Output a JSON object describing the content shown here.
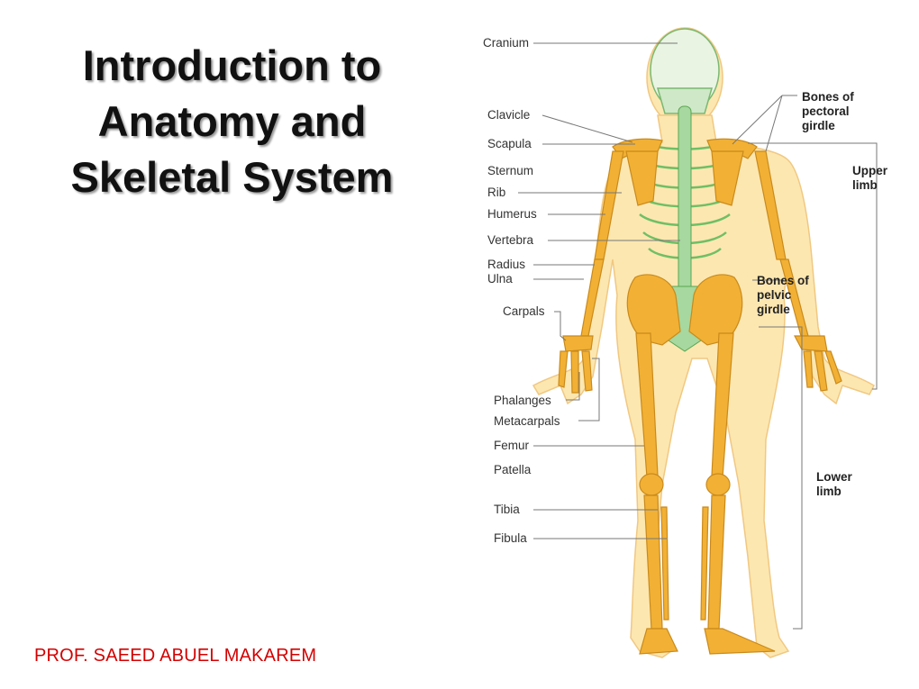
{
  "title": {
    "line1": "Introduction to",
    "line2": "Anatomy and",
    "line3": "Skeletal System"
  },
  "author": "PROF. SAEED ABUEL MAKAREM",
  "figure": {
    "labels_left": {
      "cranium": "Cranium",
      "clavicle": "Clavicle",
      "scapula": "Scapula",
      "sternum": "Sternum",
      "rib": "Rib",
      "humerus": "Humerus",
      "vertebra": "Vertebra",
      "radius": "Radius",
      "ulna": "Ulna",
      "carpals": "Carpals",
      "phalanges": "Phalanges",
      "metacarpals": "Metacarpals",
      "femur": "Femur",
      "patella": "Patella",
      "tibia": "Tibia",
      "fibula": "Fibula"
    },
    "labels_right": {
      "pectoral_1": "Bones of",
      "pectoral_2": "pectoral",
      "pectoral_3": "girdle",
      "upper_1": "Upper",
      "upper_2": "limb",
      "pelvic_1": "Bones of",
      "pelvic_2": "pelvic",
      "pelvic_3": "girdle",
      "lower_1": "Lower",
      "lower_2": "limb"
    },
    "colors": {
      "appendicular_bone": "#f2b134",
      "axial_bone": "#9fd39a",
      "body_skin": "#fde7b0",
      "author_text": "#d40000"
    }
  }
}
